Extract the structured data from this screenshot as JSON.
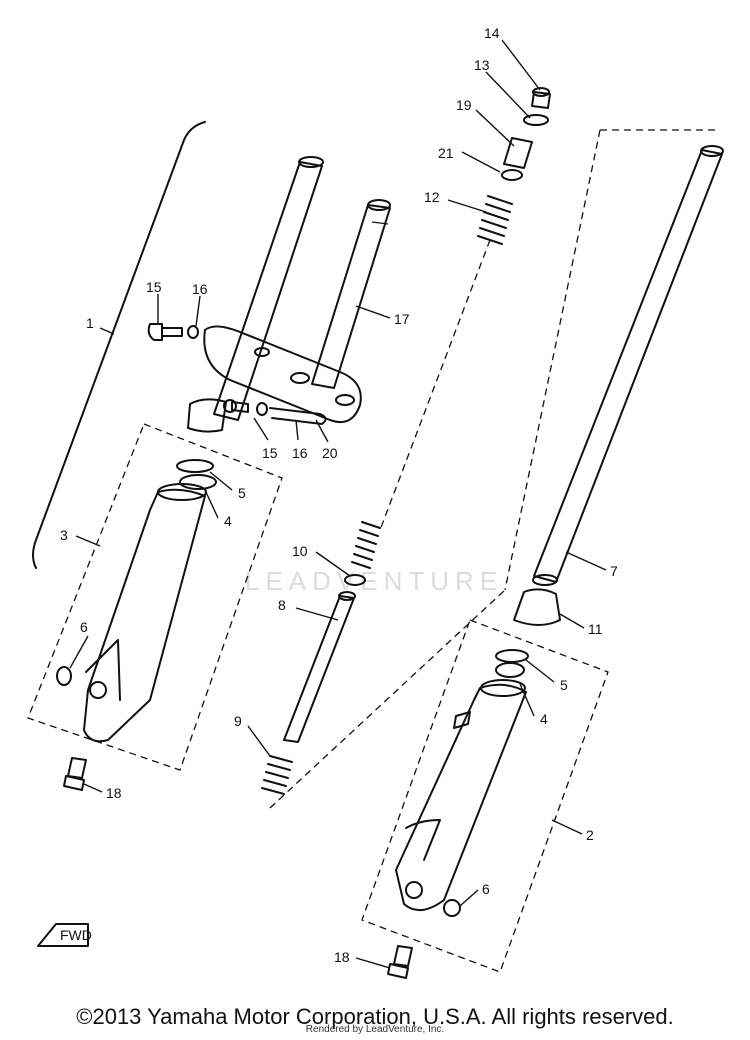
{
  "watermark": "LEADVENTURE",
  "footer": {
    "copyright": "©2013 Yamaha Motor Corporation, U.S.A. All rights reserved.",
    "rendered_by": "Rendered by LeadVenture, Inc."
  },
  "fwd_label": "FWD",
  "callouts": {
    "c1": "1",
    "c2": "2",
    "c3": "3",
    "c4a": "4",
    "c4b": "4",
    "c5a": "5",
    "c5b": "5",
    "c6a": "6",
    "c6b": "6",
    "c7": "7",
    "c8": "8",
    "c9": "9",
    "c10": "10",
    "c11": "11",
    "c12": "12",
    "c13": "13",
    "c14": "14",
    "c15a": "15",
    "c15b": "15",
    "c16a": "16",
    "c16b": "16",
    "c17": "17",
    "c18a": "18",
    "c18b": "18",
    "c19": "19",
    "c20": "20",
    "c21": "21"
  }
}
